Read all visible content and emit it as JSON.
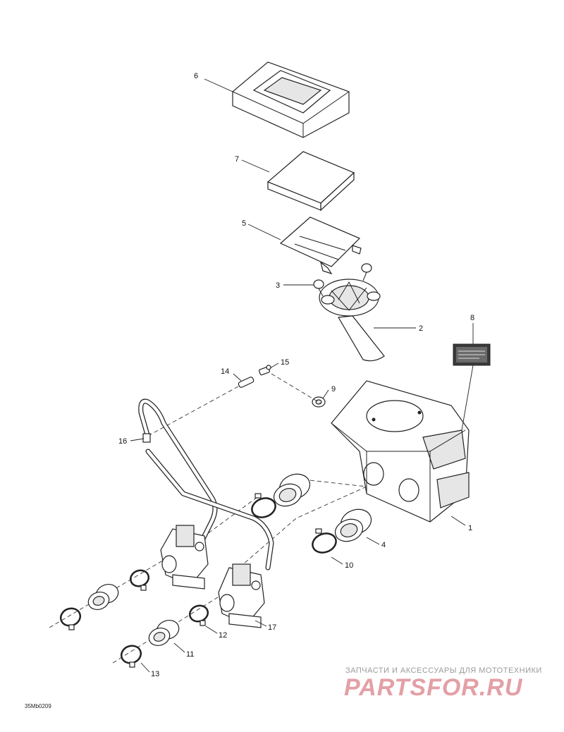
{
  "diagram": {
    "callouts": [
      {
        "id": "c1",
        "text": "1"
      },
      {
        "id": "c2",
        "text": "2"
      },
      {
        "id": "c3",
        "text": "3"
      },
      {
        "id": "c4",
        "text": "4"
      },
      {
        "id": "c5",
        "text": "5"
      },
      {
        "id": "c6",
        "text": "6"
      },
      {
        "id": "c7",
        "text": "7"
      },
      {
        "id": "c8",
        "text": "8"
      },
      {
        "id": "c9",
        "text": "9"
      },
      {
        "id": "c10",
        "text": "10"
      },
      {
        "id": "c11",
        "text": "11"
      },
      {
        "id": "c12",
        "text": "12"
      },
      {
        "id": "c13",
        "text": "13"
      },
      {
        "id": "c14",
        "text": "14"
      },
      {
        "id": "c15",
        "text": "15"
      },
      {
        "id": "c16",
        "text": "16"
      },
      {
        "id": "c17",
        "text": "17"
      }
    ],
    "drawing_code": "35Mb0209"
  },
  "watermark": {
    "tagline": "ЗАПЧАСТИ И АКСЕССУАРЫ ДЛЯ МОТОТЕХНИКИ",
    "logo": "PARTSFOR.RU",
    "color": "#e3a0a6"
  }
}
